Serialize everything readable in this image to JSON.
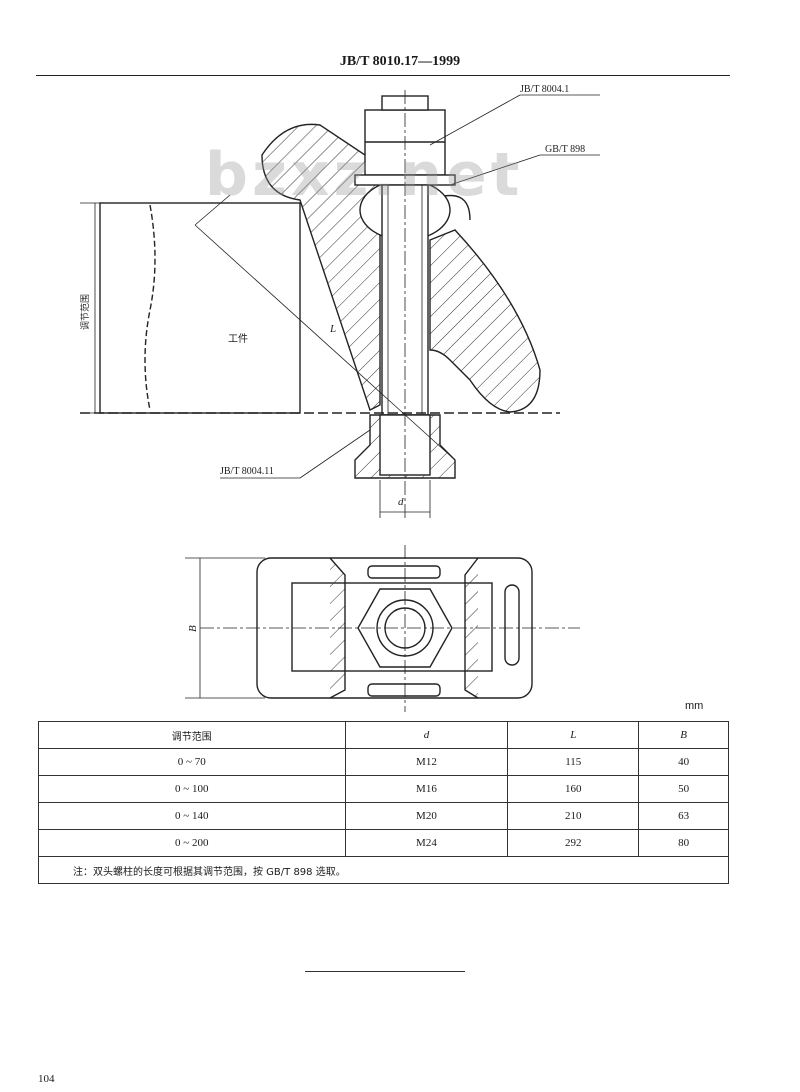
{
  "header": {
    "standard_code": "JB/T  8010.17—1999"
  },
  "watermark": {
    "text": "bzxz.net"
  },
  "drawing": {
    "labels": {
      "nut_std": "JB/T 8004.1",
      "stud_std": "GB/T 898",
      "t_bolt_std": "JB/T 8004.11",
      "range_label": "调节范围",
      "workpiece": "工件",
      "length_symbol": "L",
      "diameter_symbol": "d",
      "width_symbol": "B"
    }
  },
  "unit": "mm",
  "table": {
    "headers": [
      "调节范围",
      "d",
      "L",
      "B"
    ],
    "rows": [
      [
        "0 ~ 70",
        "M12",
        "115",
        "40"
      ],
      [
        "0 ~ 100",
        "M16",
        "160",
        "50"
      ],
      [
        "0 ~ 140",
        "M20",
        "210",
        "63"
      ],
      [
        "0 ~ 200",
        "M24",
        "292",
        "80"
      ]
    ],
    "note": "注：双头螺柱的长度可根据其调节范围，按 GB/T 898 选取。"
  },
  "page_number": "104"
}
